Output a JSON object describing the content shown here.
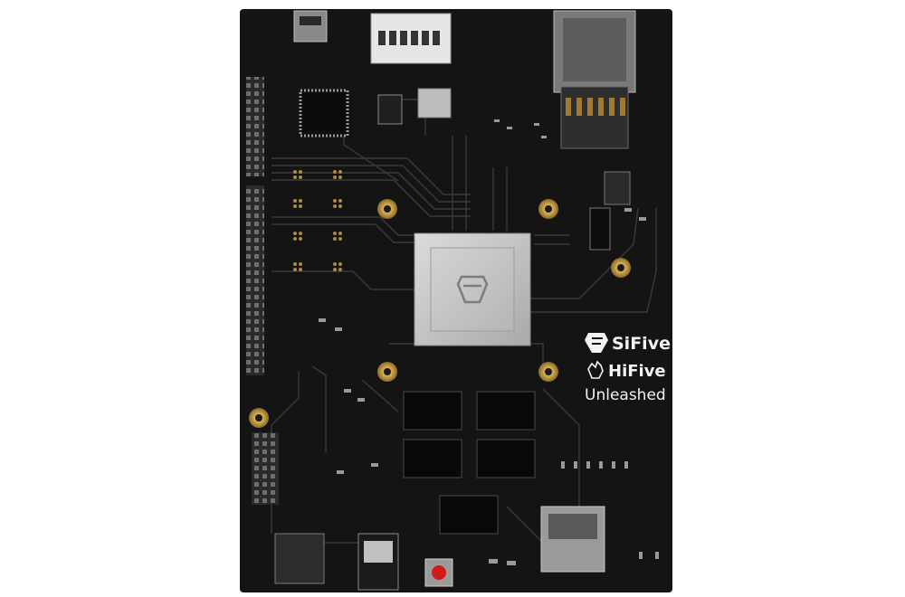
{
  "board": {
    "brand_sifive": "SiFive",
    "brand_hifive": "HiFive",
    "brand_unleashed": "Unleashed"
  },
  "colors": {
    "background": "#ffffff",
    "pcb": "#141414",
    "trace": "#3a3a3a",
    "pad_gold": "#c8a04a",
    "soc_silver": "#c9c9c9",
    "button_red": "#d11a1a"
  }
}
